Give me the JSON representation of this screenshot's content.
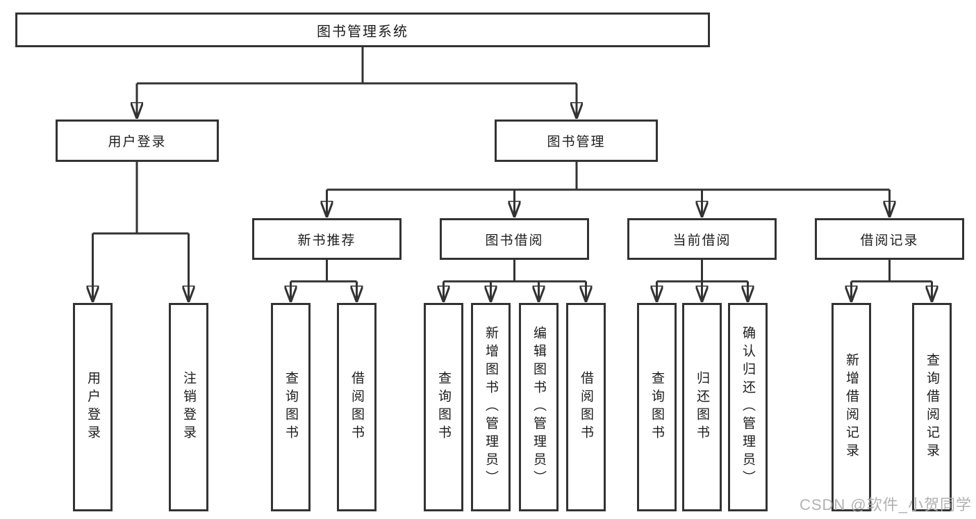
{
  "tree": {
    "root": {
      "label": "图书管理系统"
    },
    "branches": [
      {
        "label": "用户登录",
        "children": [
          {
            "label": "用户登录"
          },
          {
            "label": "注销登录"
          }
        ]
      },
      {
        "label": "图书管理",
        "groups": [
          {
            "label": "新书推荐",
            "children": [
              {
                "label": "查询图书"
              },
              {
                "label": "借阅图书"
              }
            ]
          },
          {
            "label": "图书借阅",
            "children": [
              {
                "label": "查询图书"
              },
              {
                "label": "新增图书（管理员）"
              },
              {
                "label": "编辑图书（管理员）"
              },
              {
                "label": "借阅图书"
              }
            ]
          },
          {
            "label": "当前借阅",
            "children": [
              {
                "label": "查询图书"
              },
              {
                "label": "归还图书"
              },
              {
                "label": "确认归还（管理员）"
              }
            ]
          },
          {
            "label": "借阅记录",
            "children": [
              {
                "label": "新增借阅记录"
              },
              {
                "label": "查询借阅记录"
              }
            ]
          }
        ]
      }
    ]
  },
  "watermark": {
    "text": "CSDN @软件_小贺同学"
  },
  "colors": {
    "line": "#333333",
    "background": "#ffffff",
    "watermark": "#adadad"
  }
}
